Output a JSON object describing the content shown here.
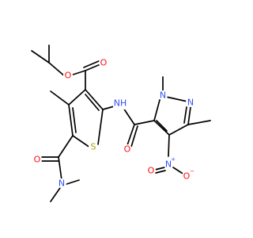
{
  "colors": {
    "O": "#ff0d0d",
    "N": "#3050f8",
    "S": "#b2a100",
    "C": "#000000"
  },
  "atoms": {
    "o_ester": "O",
    "o_carbonyl_ester": "O",
    "nh": "NH",
    "s": "S",
    "n_methyl_ring": "N",
    "n_ring": "N",
    "o_amide_right": "O",
    "n_nitro": "N",
    "o_nitro_left": "O",
    "o_nitro_right": "O",
    "o_amide_left": "O",
    "n_dimethyl": "N"
  },
  "charges": {
    "n_nitro_charge": "+",
    "o_nitro_charge": "−"
  }
}
